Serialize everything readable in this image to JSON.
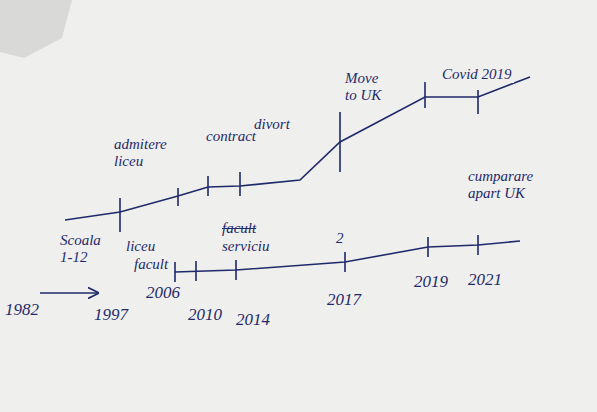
{
  "diagram": {
    "labels": [
      "admitere liceu",
      "contract",
      "divort",
      "Move to UK",
      "Covid 2019",
      "cumparare apart UK",
      "Scoala 1-12",
      "liceu",
      "facult",
      "facult",
      "serviciu",
      "2",
      "1982",
      "1997",
      "2006",
      "2010",
      "2014",
      "2017",
      "2019",
      "2021"
    ]
  }
}
